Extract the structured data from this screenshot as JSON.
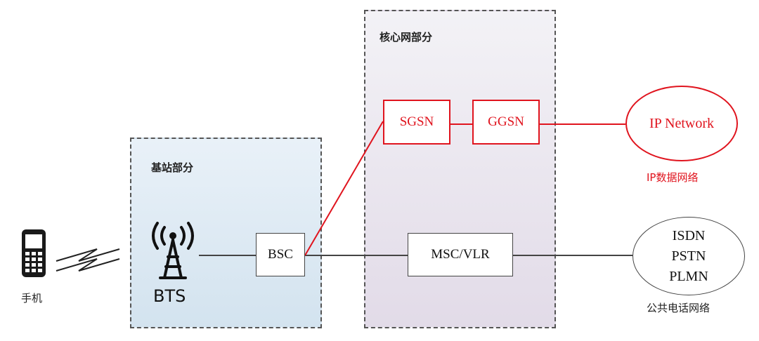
{
  "regions": {
    "base_station": "基站部分",
    "core_network": "核心网部分"
  },
  "nodes": {
    "phone_label": "手机",
    "bts_label": "BTS",
    "bsc": "BSC",
    "sgsn": "SGSN",
    "ggsn": "GGSN",
    "msc_vlr": "MSC/VLR"
  },
  "networks": {
    "ip": {
      "name": "IP Network",
      "caption": "IP数据网络"
    },
    "phone": {
      "lines": [
        "ISDN",
        "PSTN",
        "PLMN"
      ],
      "caption": "公共电话网络"
    }
  },
  "colors": {
    "packet_path": "#e0141e",
    "circuit_path": "#444444",
    "base_station_region": "#dde9f3",
    "core_region": "#ebe6ef"
  },
  "icons": {
    "phone": "mobile-phone-icon",
    "bts": "cell-tower-icon",
    "wireless": "wireless-link-icon"
  }
}
